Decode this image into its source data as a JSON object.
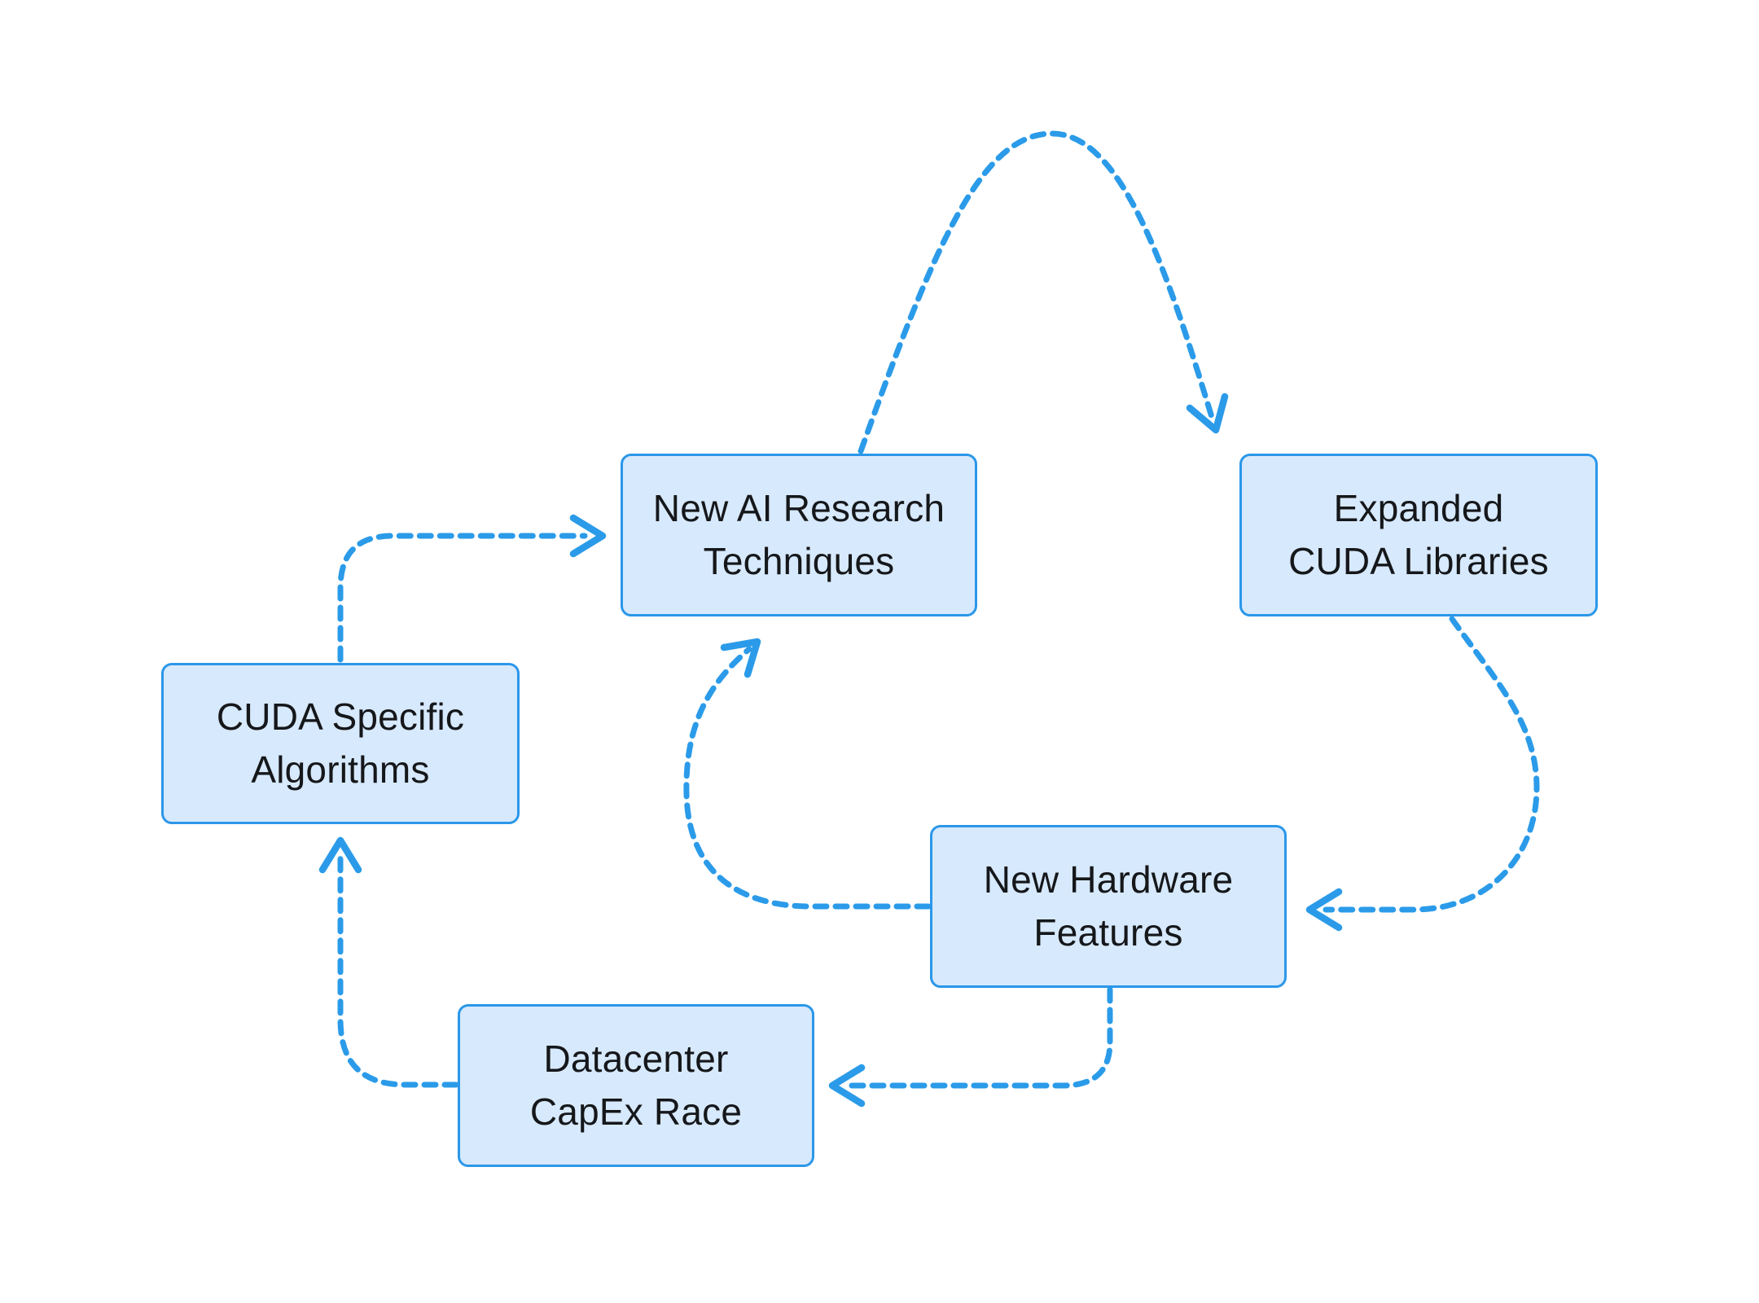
{
  "diagram": {
    "colors": {
      "background": "#FFFFFF",
      "accent": "#2B9BE9",
      "node_fill": "#D7E9FC",
      "node_border": "#2B97E9",
      "text": "#15171A"
    },
    "nodes": [
      {
        "id": "new-ai-research-techniques",
        "label": "New AI Research Techniques",
        "lines": [
          "New AI Research",
          "Techniques"
        ]
      },
      {
        "id": "expanded-cuda-libraries",
        "label": "Expanded CUDA Libraries",
        "lines": [
          "Expanded",
          "CUDA Libraries"
        ]
      },
      {
        "id": "cuda-specific-algorithms",
        "label": "CUDA Specific Algorithms",
        "lines": [
          "CUDA Specific",
          "Algorithms"
        ]
      },
      {
        "id": "new-hardware-features",
        "label": "New Hardware Features",
        "lines": [
          "New Hardware",
          "Features"
        ]
      },
      {
        "id": "datacenter-capex-race",
        "label": "Datacenter CapEx Race",
        "lines": [
          "Datacenter",
          "CapEx Race"
        ]
      }
    ],
    "edges": [
      {
        "from": "cuda-specific-algorithms",
        "to": "new-ai-research-techniques",
        "style": "dashed"
      },
      {
        "from": "new-ai-research-techniques",
        "to": "expanded-cuda-libraries",
        "style": "dashed"
      },
      {
        "from": "expanded-cuda-libraries",
        "to": "new-hardware-features",
        "style": "dashed"
      },
      {
        "from": "new-hardware-features",
        "to": "new-ai-research-techniques",
        "style": "dashed"
      },
      {
        "from": "new-hardware-features",
        "to": "datacenter-capex-race",
        "style": "dashed"
      },
      {
        "from": "datacenter-capex-race",
        "to": "cuda-specific-algorithms",
        "style": "dashed"
      }
    ]
  }
}
